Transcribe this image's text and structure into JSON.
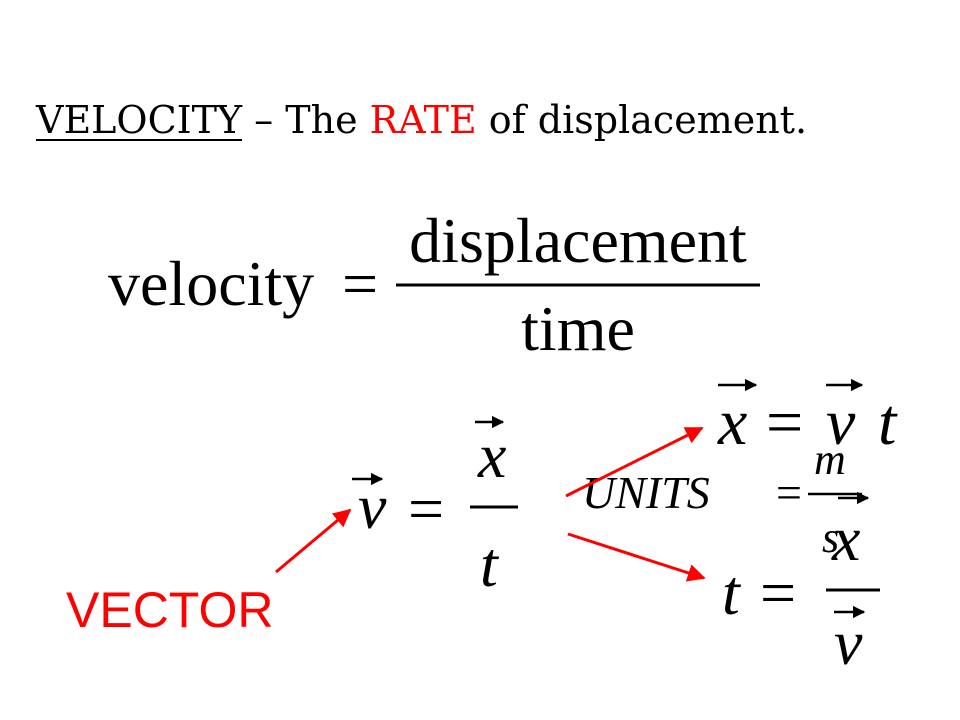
{
  "title": {
    "term": "VELOCITY",
    "dash": " – The ",
    "highlight": "RATE",
    "rest": " of displacement."
  },
  "definition": {
    "lhs": "velocity",
    "equals": "=",
    "numerator": "displacement",
    "denominator": "time"
  },
  "vector_equation": {
    "lhs": "v",
    "equals": "=",
    "numerator": "x",
    "denominator": "t"
  },
  "rearranged_x": {
    "lhs": "x",
    "equals": "=",
    "v": "v",
    "t": "t"
  },
  "units": {
    "label": "UNITS",
    "equals": "=",
    "numerator": "m",
    "denominator": "s"
  },
  "rearranged_t": {
    "lhs": "t",
    "equals": "=",
    "numerator": "x",
    "denominator": "v"
  },
  "vector_label": "VECTOR",
  "colors": {
    "accent": "#ff0000",
    "text": "#000000",
    "background": "#ffffff"
  }
}
